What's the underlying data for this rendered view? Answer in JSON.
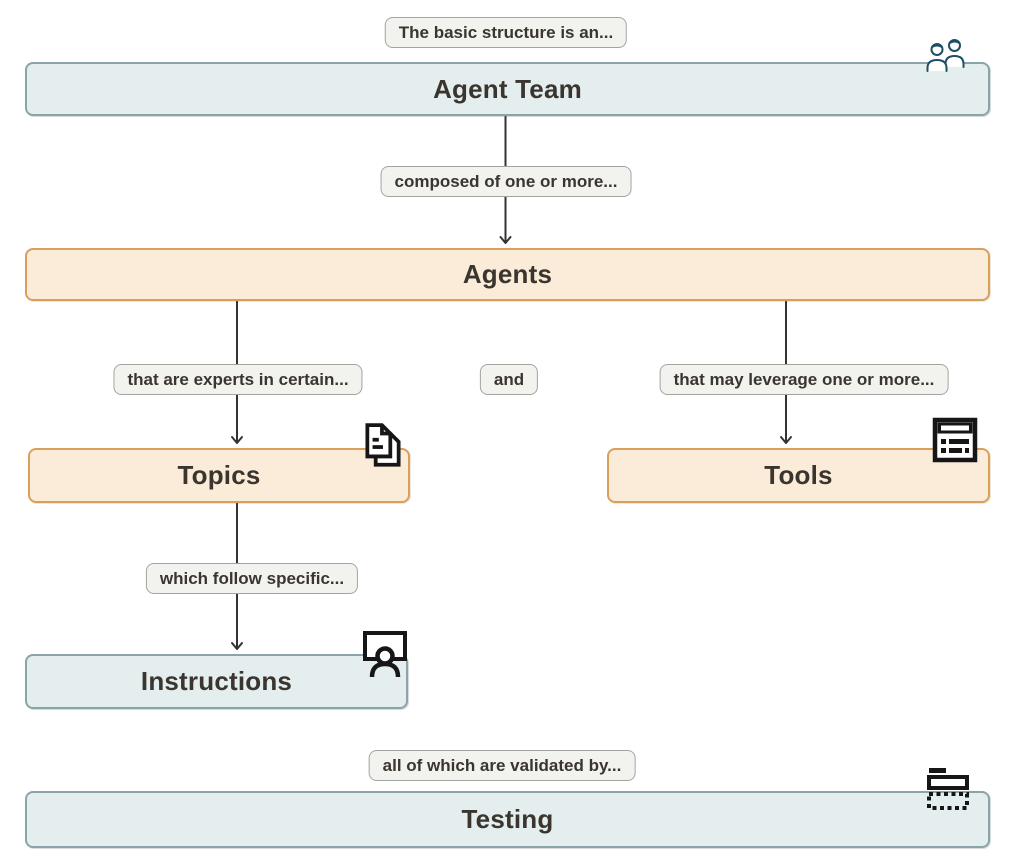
{
  "nodes": {
    "agent_team": {
      "label": "Agent Team"
    },
    "agents": {
      "label": "Agents"
    },
    "topics": {
      "label": "Topics"
    },
    "tools": {
      "label": "Tools"
    },
    "instructions": {
      "label": "Instructions"
    },
    "testing": {
      "label": "Testing"
    }
  },
  "edge_labels": {
    "intro": "The basic structure is an...",
    "composed": "composed of one or more...",
    "experts": "that are experts in certain...",
    "and": "and",
    "leverage": "that may leverage one or more...",
    "follow": "which follow specific...",
    "validated": "all of which are validated by..."
  },
  "icons": {
    "agent_team": "two-users-icon",
    "topics": "documents-icon",
    "tools": "list-window-icon",
    "instructions": "user-frame-icon",
    "testing": "dashed-field-icon"
  },
  "colors": {
    "teal_fill": "#e4eeee",
    "teal_border": "#8ba4a9",
    "orange_fill": "#faecd9",
    "orange_border": "#d9a05c",
    "pill_fill": "#f2f2ef",
    "pill_border": "#a3a49e",
    "text": "#3a352e",
    "arrow": "#333333",
    "team_icon_stroke": "#1d5060",
    "black_icon": "#161616"
  }
}
